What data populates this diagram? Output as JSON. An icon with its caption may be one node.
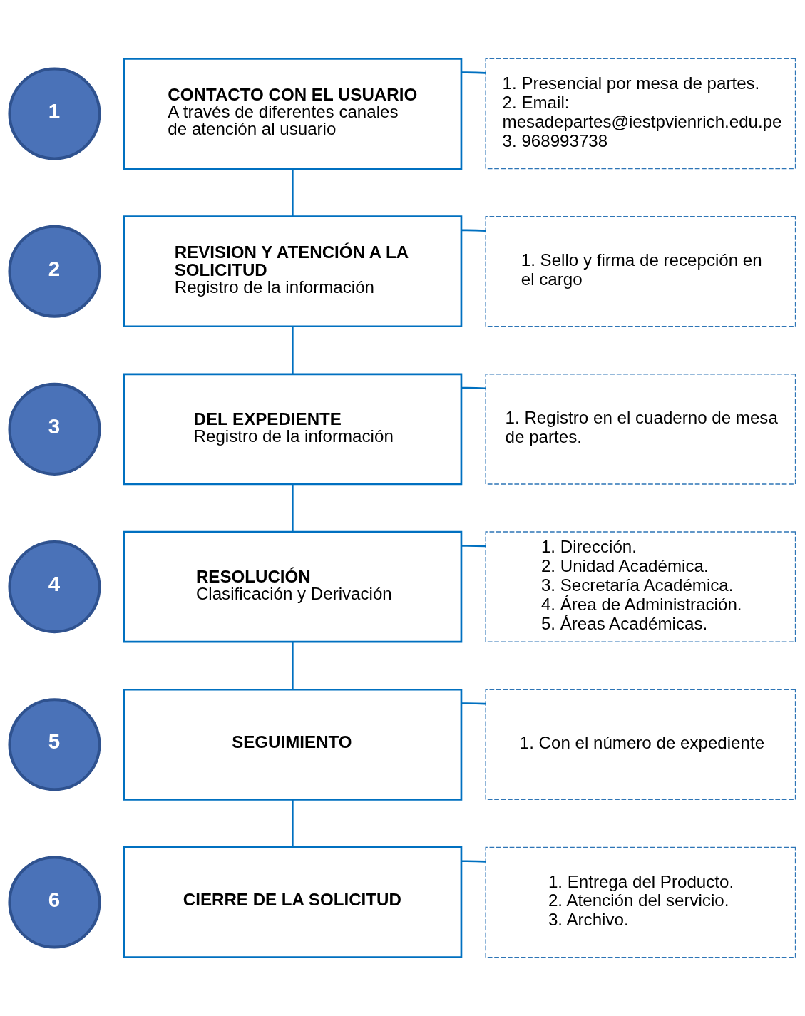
{
  "diagram": {
    "nodes": [
      {
        "text": [
          "1"
        ]
      },
      {
        "text": [
          "CONTACTO CON EL USUARIO",
          "A través de diferentes canales de atención al usuario"
        ]
      },
      {
        "text": [
          "1. Presencial por mesa de partes.",
          "2. Email: mesadepartes@iestpvienrich.edu.pe",
          "3. 968993738"
        ]
      },
      {
        "text": [
          "2"
        ]
      },
      {
        "text": [
          "REVISION Y ATENCIÓN A LA SOLICITUD",
          "Registro de la información"
        ]
      },
      {
        "text": [
          "1. Sello y firma de recepción en el cargo"
        ]
      },
      {
        "text": [
          "3"
        ]
      },
      {
        "text": [
          "DEL EXPEDIENTE",
          "Registro de la información"
        ]
      },
      {
        "text": [
          "1. Registro en el cuaderno de mesa de partes."
        ]
      },
      {
        "text": [
          "4"
        ]
      },
      {
        "text": [
          "RESOLUCIÓN",
          "Clasificación y Derivación"
        ]
      },
      {
        "text": [
          "1. Dirección.",
          "2. Unidad Académica.",
          "3. Secretaría Académica.",
          "4. Área de Administración.",
          "5. Áreas Académicas."
        ]
      },
      {
        "text": [
          "5"
        ]
      },
      {
        "text": [
          "SEGUIMIENTO"
        ]
      },
      {
        "text": [
          "1. Con el número de expediente"
        ]
      },
      {
        "text": [
          "6"
        ]
      },
      {
        "text": [
          "CIERRE DE LA SOLICITUD"
        ]
      },
      {
        "text": [
          "1. Entrega del Producto.",
          "2. Atención del servicio.",
          "3. Archivo."
        ]
      }
    ],
    "edges": [
      {
        "from": 1,
        "to": 4,
        "arrow": "none"
      },
      {
        "from": 4,
        "to": 7,
        "arrow": "none"
      },
      {
        "from": 7,
        "to": 10,
        "arrow": "none"
      },
      {
        "from": 10,
        "to": 13,
        "arrow": "none"
      },
      {
        "from": 13,
        "to": 16,
        "arrow": "none"
      },
      {
        "from": 1,
        "to": 2,
        "arrow": "none"
      },
      {
        "from": 4,
        "to": 5,
        "arrow": "none"
      },
      {
        "from": 7,
        "to": 8,
        "arrow": "none"
      },
      {
        "from": 10,
        "to": 11,
        "arrow": "none"
      },
      {
        "from": 13,
        "to": 14,
        "arrow": "none"
      },
      {
        "from": 16,
        "to": 17,
        "arrow": "none"
      }
    ]
  }
}
